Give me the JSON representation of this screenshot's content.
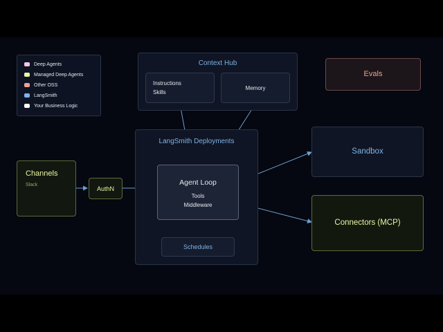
{
  "legend": {
    "items": [
      {
        "label": "Deep Agents",
        "color": "#f4c6e7"
      },
      {
        "label": "Managed Deep Agents",
        "color": "#e9f5a4"
      },
      {
        "label": "Other OSS",
        "color": "#f0a18f"
      },
      {
        "label": "LangSmith",
        "color": "#7fb3ec"
      },
      {
        "label": "Your Business Logic",
        "color": "#ffffff"
      }
    ]
  },
  "context_hub": {
    "title": "Context Hub",
    "instructions": "Instructions",
    "skills": "Skills",
    "memory": "Memory"
  },
  "evals": {
    "label": "Evals"
  },
  "deployments": {
    "title": "LangSmith Deployments",
    "agent_loop": {
      "title": "Agent Loop",
      "tools": "Tools",
      "middleware": "Middleware"
    },
    "schedules": "Schedules"
  },
  "channels": {
    "title": "Channels",
    "subtitle": "Slack"
  },
  "authn": {
    "label": "AuthN"
  },
  "sandbox": {
    "label": "Sandbox"
  },
  "connectors": {
    "label": "Connectors (MCP)"
  },
  "colors": {
    "background": "#050810",
    "langsmith_blue": "#7fb2e6",
    "managed_yellow": "#e9f5a4",
    "evals_pink": "#f0a18f",
    "arrow": "#6f9fd0"
  }
}
